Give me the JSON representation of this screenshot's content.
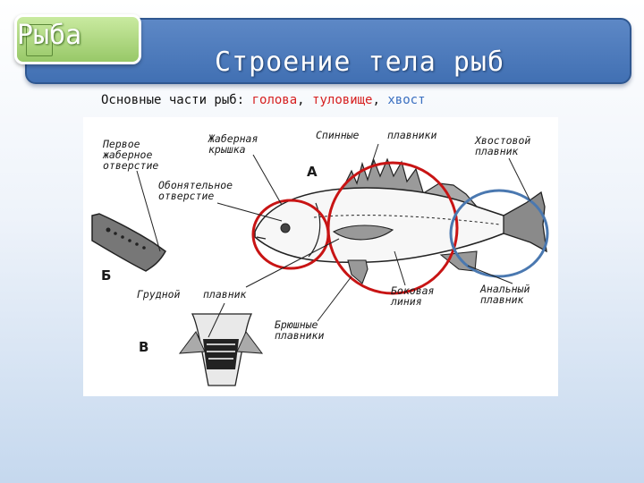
{
  "tag": {
    "label": "Рыба",
    "color": "#98c868"
  },
  "header": {
    "title": "Строение тела рыб",
    "color": "#4170b3"
  },
  "subtitle": {
    "prefix": "Основные части рыб:",
    "part_head": "голова",
    "sep1": ",",
    "part_body": "туловище",
    "sep2": ",",
    "part_tail": "хвост",
    "accent_red": "#d61f1f",
    "accent_blue": "#3a6fc0"
  },
  "figure": {
    "labels": {
      "first_gill_opening": [
        "Первое",
        "жаберное",
        "отверстие"
      ],
      "gill_cover": [
        "Жаберная",
        "крышка"
      ],
      "dorsal_fins": [
        "Спинные",
        "плавники"
      ],
      "tail_fin": [
        "Хвостовой",
        "плавник"
      ],
      "nostril": [
        "Обонятельное",
        "отверстие"
      ],
      "letter_a": "А",
      "letter_b": "Б",
      "letter_v": "В",
      "pectoral_fin": [
        "Грудной",
        "плавник"
      ],
      "lateral_line": [
        "Боковая",
        "линия"
      ],
      "anal_fin": [
        "Анальный",
        "плавник"
      ],
      "pelvic_fins": [
        "Брюшные",
        "плавники"
      ]
    }
  }
}
